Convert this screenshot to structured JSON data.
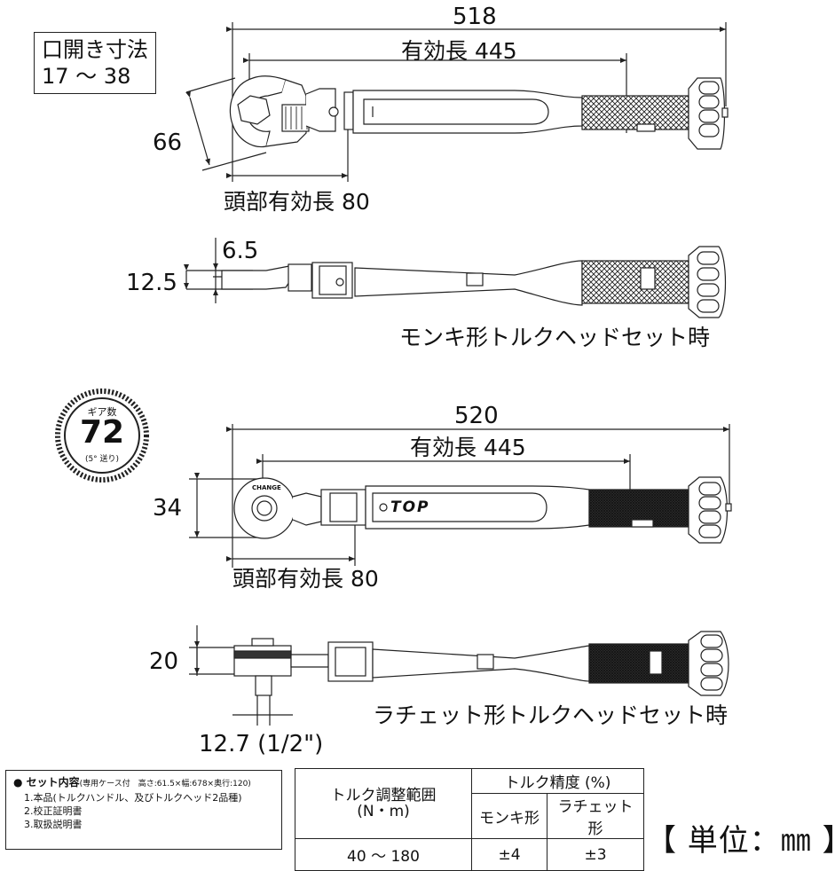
{
  "opening": {
    "label": "口開き寸法",
    "range": "17 ～ 38"
  },
  "monkey": {
    "overall_length": "518",
    "effective_length": "有効長 445",
    "head_height": "66",
    "head_effective_length": "頭部有効長  80",
    "thickness_a": "6.5",
    "thickness_b": "12.5",
    "caption": "モンキ形トルクヘッドセット時"
  },
  "ratchet": {
    "gear_label": "ギア数",
    "gear_count": "72",
    "gear_step": "(5° 送り)",
    "overall_length": "520",
    "effective_length": "有効長 445",
    "head_height": "34",
    "head_effective_length": "頭部有効長  80",
    "side_height": "20",
    "drive_size": "12.7 (1/2\")",
    "caption": "ラチェット形トルクヘッドセット時",
    "head_marking": "CHANGE",
    "brand": "TOP"
  },
  "set_contents": {
    "title": "● セット内容",
    "case_note": "(専用ケース付　高さ:61.5×幅:678×奥行:120)",
    "items": [
      "1.本品(トルクハンドル、及びトルクヘッド2品種)",
      "2.校正証明書",
      "3.取扱説明書"
    ]
  },
  "spec_table": {
    "range_header": "トルク調整範囲",
    "range_unit": "(N・m)",
    "accuracy_header": "トルク精度 (%)",
    "monkey_header": "モンキ形",
    "ratchet_header": "ラチェット形",
    "range_value": "40 ～ 180",
    "monkey_value": "±4",
    "ratchet_value": "±3"
  },
  "unit_label": "【 単位：㎜ 】"
}
